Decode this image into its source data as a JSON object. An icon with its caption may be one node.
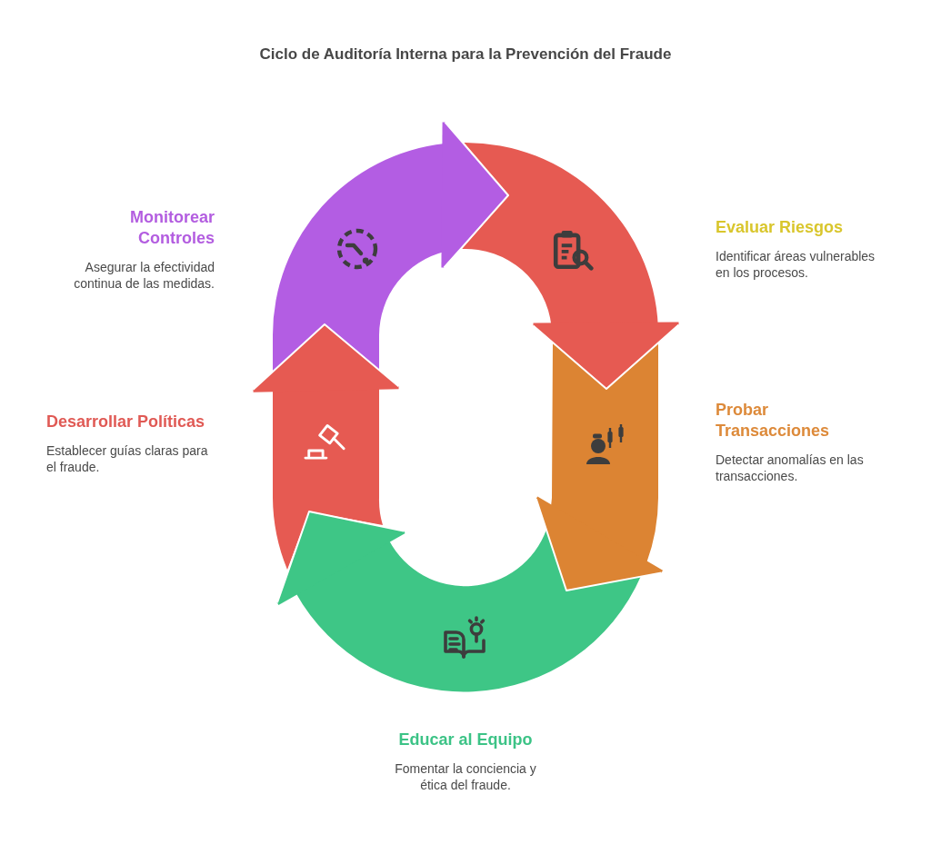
{
  "diagram": {
    "title": "Ciclo de Auditoría Interna para la Prevención del Fraude",
    "nodes": [
      {
        "text": [],
        "shape": "band",
        "beside": [
          "Monitorear Controles",
          "Asegurar la efectividad continua de las medidas."
        ]
      },
      {
        "text": [],
        "shape": "band",
        "beside": [
          "Evaluar Riesgos",
          "Identificar áreas vulnerables en los procesos."
        ]
      },
      {
        "text": [],
        "shape": "band",
        "beside": [
          "Probar Transacciones",
          "Detectar anomalías en las transacciones."
        ]
      },
      {
        "text": [],
        "shape": "band",
        "beside": [
          "Educar al Equipo",
          "Fomentar la conciencia y ética del fraude."
        ]
      },
      {
        "text": [],
        "shape": "band",
        "beside": [
          "Desarrollar Políticas",
          "Establecer guías claras para el fraude."
        ]
      }
    ],
    "edges": [
      {
        "from": 0,
        "to": 1,
        "arrow": "to",
        "color": "#b35de3"
      },
      {
        "from": 1,
        "to": 2,
        "arrow": "to"
      },
      {
        "from": 2,
        "to": 3,
        "arrow": "to",
        "color": "#dc8433"
      },
      {
        "from": 3,
        "to": 4,
        "arrow": "to",
        "color": "#3ec686"
      },
      {
        "from": 4,
        "to": 0,
        "arrow": "to"
      }
    ]
  }
}
